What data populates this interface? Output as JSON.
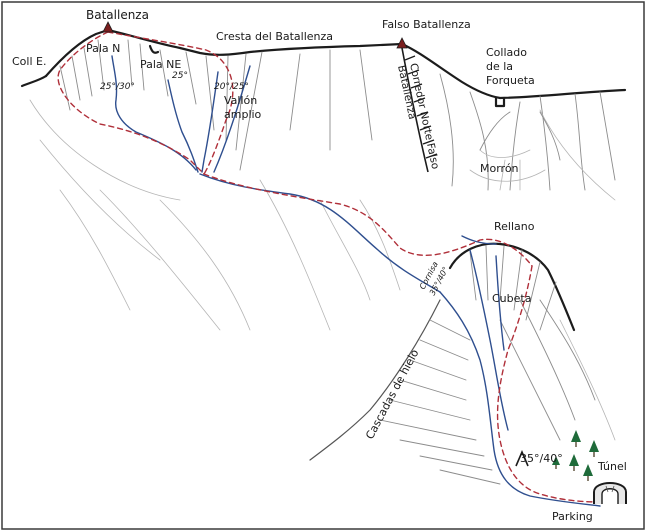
{
  "labels": {
    "batallenza": "Batallenza",
    "coll_e": "Coll E.",
    "pala_n": "Pala N",
    "pala_ne": "Pala NE",
    "slope_25_30": "25°/30°",
    "slope_25": "25°",
    "slope_20_25": "20°/25°",
    "vallon": "Vallón",
    "amplio": "amplio",
    "cresta": "Cresta del Batallenza",
    "falso": "Falso Batallenza",
    "corredor_1": "Corredor Norte Falso",
    "corredor_2": "Batallenza",
    "collado_1": "Collado",
    "collado_2": "de la",
    "collado_3": "Forqueta",
    "morron": "Morrón",
    "rellano": "Rellano",
    "cornisa_1": "Cornisa",
    "cornisa_2": "35°/40°",
    "cubeta": "Cubeta",
    "cascadas": "Cascadas de hielo",
    "slope_35_40": "35°/40°",
    "tunel": "Túnel",
    "parking": "Parking"
  },
  "colors": {
    "ridge": "#1c1c1c",
    "river": "#2f4f8f",
    "route": "#b0303a",
    "summit": "#7a1f1f",
    "tree": "#1f6b3a"
  },
  "icons": {
    "summit_marker": "triangle-summit-icon",
    "tunnel": "tunnel-icon",
    "trees": "tree-icon"
  }
}
